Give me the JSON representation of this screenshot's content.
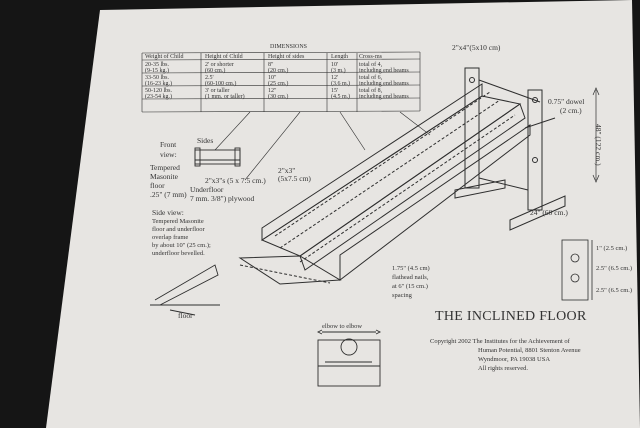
{
  "document": {
    "table": {
      "heading": "DIMENSIONS",
      "columns": [
        "Weight of Child",
        "Height of Child",
        "Height of sides",
        "Length",
        "Cross-",
        "ms"
      ],
      "rows": [
        [
          "20-35 lbs.",
          "2' or shorter",
          "8\"",
          "10'",
          "total of 4,"
        ],
        [
          "(9-15 kg.)",
          "(60 cm.)",
          "(20 cm.)",
          "(3 m.)",
          "including end beams"
        ],
        [
          "33-50 lbs.",
          "2.5'",
          "10\"",
          "12'",
          "total of 6,"
        ],
        [
          "(16-23 kg.)",
          "(60-100 cm.)",
          "(25 cm.)",
          "(3.6 m.)",
          "including end beams"
        ],
        [
          "50-120 lbs.",
          "3' or taller",
          "12\"",
          "15'",
          "total of 8,"
        ],
        [
          "(23-54 kg.)",
          "(1 mm. or taller)",
          "(30 cm.)",
          "(4.5 m.)",
          "including end beams"
        ]
      ]
    },
    "labels": {
      "top_post": "2\"x4\"(5x10 cm)",
      "dowel_1": "0.75\" dowel",
      "dowel_2": "(2 cm.)",
      "height": "48\" (122 cm.)",
      "width": "24\" (60 cm.)",
      "front_view": "Front",
      "front_view_2": "view:",
      "sides": "Sides",
      "tempered_1": "Tempered",
      "tempered_2": "Masonite",
      "tempered_3": "floor",
      "tempered_4": ".25\" (7 mm)",
      "two_by_three_front": "2\"x3\"s (5 x 7.5 cm.)",
      "underfloor_1": "Underfloor",
      "underfloor_2": "7 mm. 3/8\") plywood",
      "side_view_1": "Side view:",
      "side_view_2": "Tempered Masonite",
      "side_view_3": "floor and underfloor",
      "side_view_4": "overlap frame",
      "side_view_5": "by about 10\" (25 cm.);",
      "side_view_6": "underfloor bevelled.",
      "floor": "floor",
      "two_by_three_1": "2\"x3\"",
      "two_by_three_2": "(5x7.5 cm)",
      "nails_1": "1.75\" (4.5 cm)",
      "nails_2": "flathead nails,",
      "nails_3": "at 6\" (15 cm.)",
      "nails_4": "spacing",
      "elbow": "elbow to elbow",
      "dim_1": "1\" (2.5 cm.)",
      "dim_2": "2.5\" (6.5 cm.)",
      "dim_3": "2.5\" (6.5 cm.)"
    },
    "title": "THE INCLINED FLOOR",
    "copyright": [
      "Copyright  2002  The Institutes for the Achievement of",
      "Human Potential, 8801 Stenton Avenue",
      "Wyndmoor, PA 19038 USA",
      "All rights reserved."
    ]
  }
}
